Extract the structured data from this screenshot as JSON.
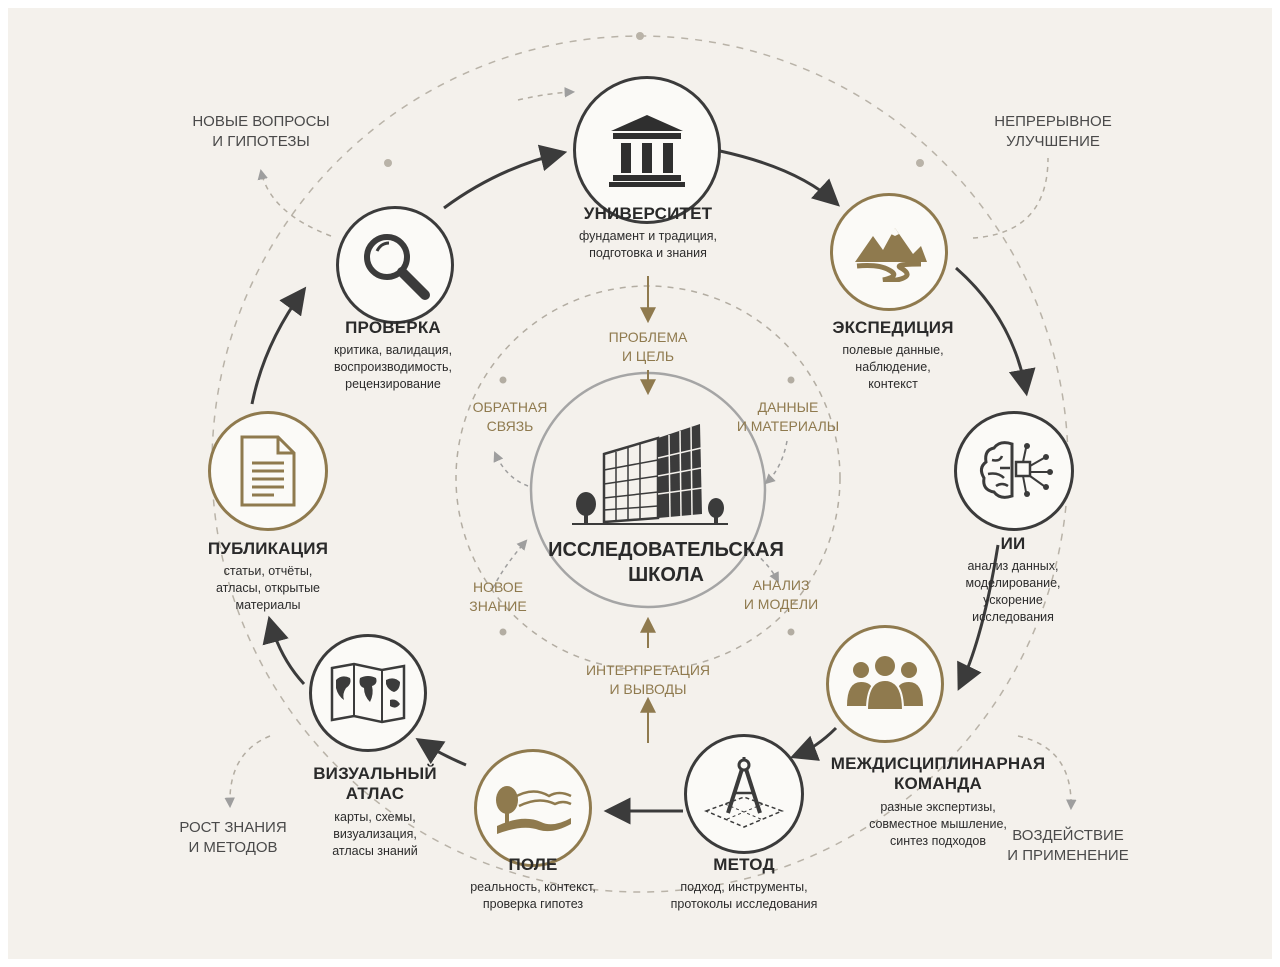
{
  "center": {
    "title": "ИССЛЕДОВАТЕЛЬСКАЯ\nШКОЛА"
  },
  "nodes": {
    "university": {
      "title": "УНИВЕРСИТЕТ",
      "desc": "фундамент и традиция,\nподготовка и знания",
      "icon": "columns-building-icon"
    },
    "expedition": {
      "title": "ЭКСПЕДИЦИЯ",
      "desc": "полевые данные,\nнаблюдение,\nконтекст",
      "icon": "mountains-river-icon"
    },
    "ai": {
      "title": "ИИ",
      "desc": "анализ данных,\nмоделирование,\nускорение\nисследования",
      "icon": "brain-circuit-icon"
    },
    "team": {
      "title": "МЕЖДИСЦИПЛИНАРНАЯ\nКОМАНДА",
      "desc": "разные экспертизы,\nсовместное мышление,\nсинтез подходов",
      "icon": "people-group-icon"
    },
    "method": {
      "title": "МЕТОД",
      "desc": "подход, инструменты,\nпротоколы исследования",
      "icon": "compass-icon"
    },
    "field": {
      "title": "ПОЛЕ",
      "desc": "реальность, контекст,\nпроверка гипотез",
      "icon": "landscape-tree-icon"
    },
    "atlas": {
      "title": "ВИЗУАЛЬНЫЙ\nАТЛАС",
      "desc": "карты, схемы,\nвизуализация,\nатласы знаний",
      "icon": "folded-map-icon"
    },
    "publication": {
      "title": "ПУБЛИКАЦИЯ",
      "desc": "статьи, отчёты,\nатласы, открытые\nматериалы",
      "icon": "document-icon"
    },
    "review": {
      "title": "ПРОВЕРКА",
      "desc": "критика, валидация,\nвоспроизводимость,\nрецензирование",
      "icon": "magnifier-icon"
    }
  },
  "inner_labels": {
    "problem": "ПРОБЛЕМА\nИ ЦЕЛЬ",
    "data": "ДАННЫЕ\nИ МАТЕРИАЛЫ",
    "analysis": "АНАЛИЗ\nИ МОДЕЛИ",
    "interpretation": "ИНТЕРПРЕТАЦИЯ\nИ ВЫВОДЫ",
    "new_knowledge": "НОВОЕ\nЗНАНИЕ",
    "feedback": "ОБРАТНАЯ\nСВЯЗЬ"
  },
  "outer_labels": {
    "new_questions": "НОВЫЕ ВОПРОСЫ\nИ ГИПОТЕЗЫ",
    "improvement": "НЕПРЕРЫВНОЕ\nУЛУЧШЕНИЕ",
    "impact": "ВОЗДЕЙСТВИЕ\nИ ПРИМЕНЕНИЕ",
    "growth": "РОСТ ЗНАНИЯ\nИ МЕТОДОВ"
  },
  "colors": {
    "dark": "#3b3b3b",
    "gold": "#8f7a4e",
    "background": "#f4f1ec"
  }
}
